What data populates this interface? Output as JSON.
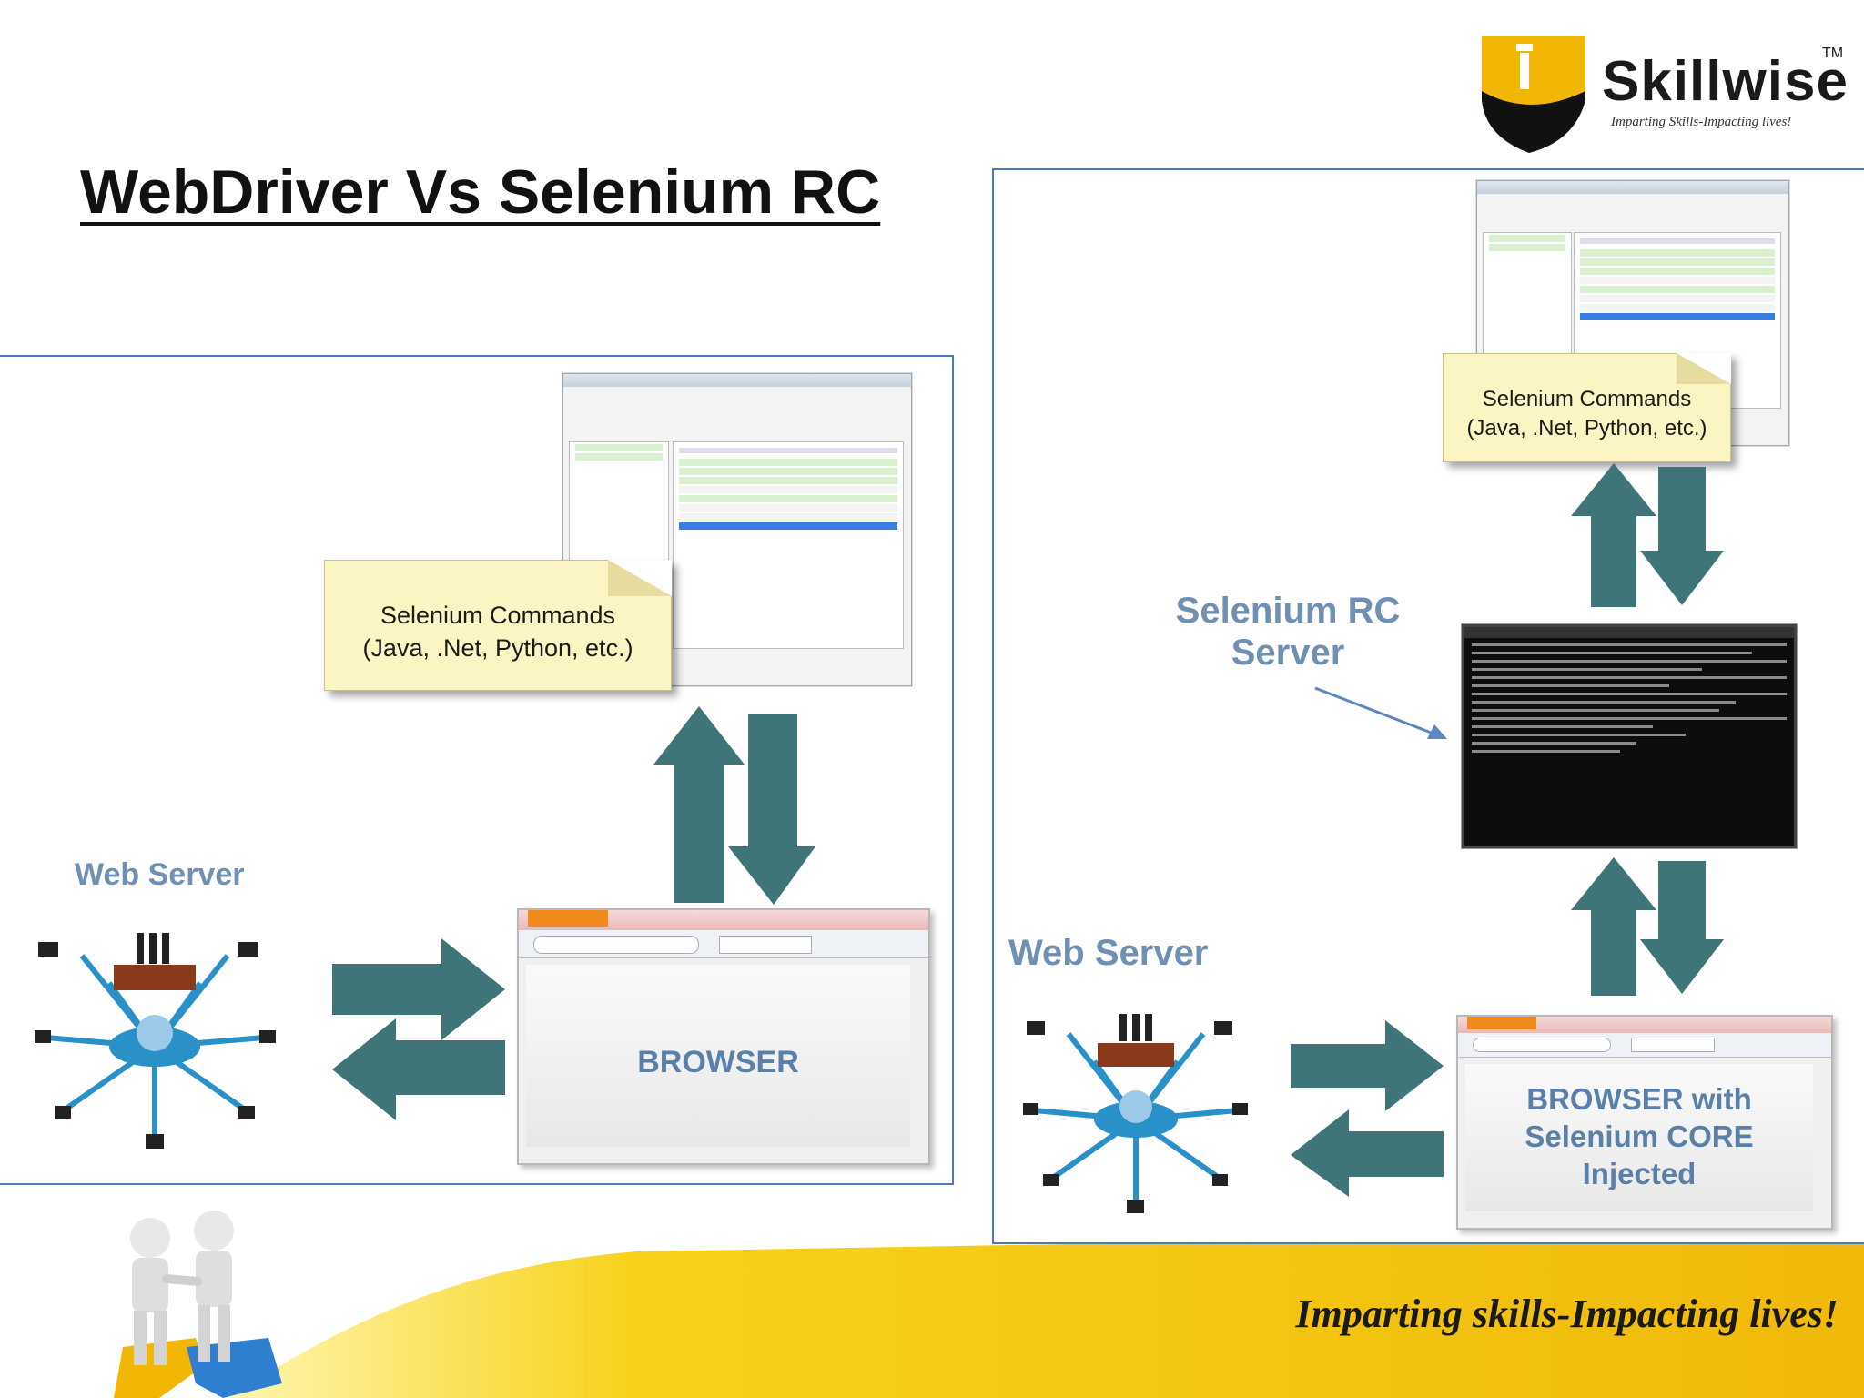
{
  "header": {
    "title": "WebDriver Vs Selenium RC"
  },
  "logo": {
    "wordmark": "Skillwise",
    "trademark": "TM",
    "tagline": "Imparting Skills-Impacting lives!"
  },
  "left_diagram": {
    "note_line1": "Selenium Commands",
    "note_line2": "(Java, .Net, Python, etc.)",
    "web_server_label": "Web Server",
    "browser_label": "BROWSER"
  },
  "right_diagram": {
    "note_line1": "Selenium Commands",
    "note_line2": "(Java, .Net, Python, etc.)",
    "rc_server_line1": "Selenium RC",
    "rc_server_line2": "Server",
    "web_server_label": "Web Server",
    "browser_line1": "BROWSER with",
    "browser_line2": "Selenium CORE",
    "browser_line3": "Injected"
  },
  "footer": {
    "tagline": "Imparting skills-Impacting lives!"
  },
  "colors": {
    "panel_border": "#4a78c4",
    "arrow": "#3f7478",
    "label_blue": "#6f8fb3",
    "footer_yellow": "#f3c20c"
  }
}
